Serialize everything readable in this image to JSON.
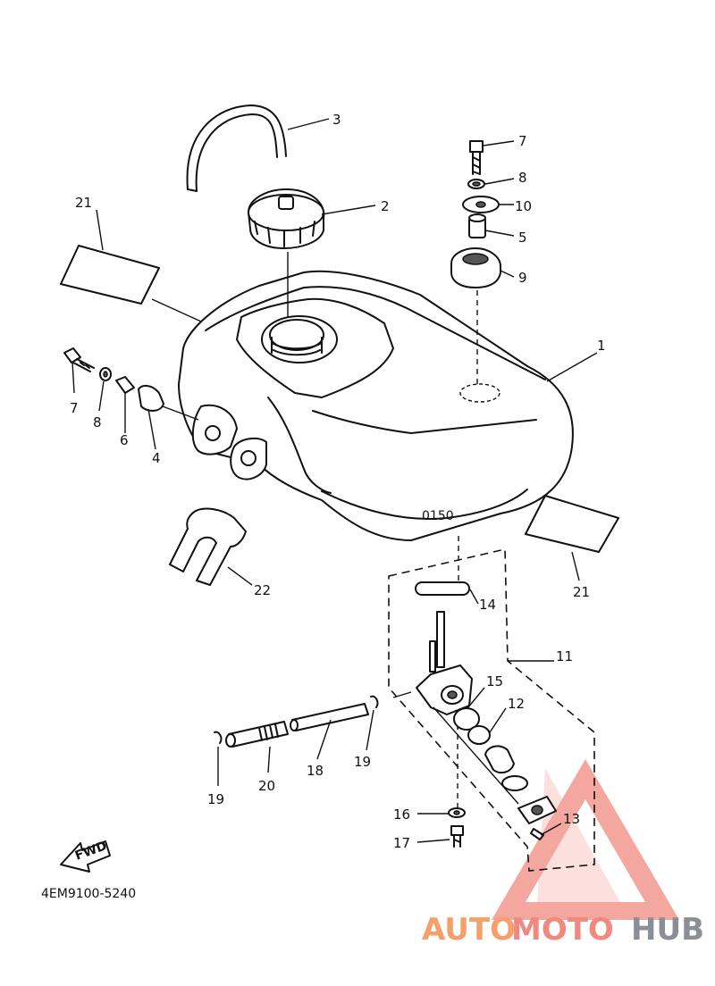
{
  "diagram": {
    "drawing_code": "4EM9100-5240",
    "fwd_label": "FWD",
    "callouts": [
      {
        "id": "c1",
        "label": "1"
      },
      {
        "id": "c2",
        "label": "2"
      },
      {
        "id": "c3",
        "label": "3"
      },
      {
        "id": "c4",
        "label": "4"
      },
      {
        "id": "c5",
        "label": "5"
      },
      {
        "id": "c6",
        "label": "6"
      },
      {
        "id": "c7a",
        "label": "7"
      },
      {
        "id": "c7b",
        "label": "7"
      },
      {
        "id": "c8a",
        "label": "8"
      },
      {
        "id": "c8b",
        "label": "8"
      },
      {
        "id": "c9",
        "label": "9"
      },
      {
        "id": "c10",
        "label": "10"
      },
      {
        "id": "c11",
        "label": "11"
      },
      {
        "id": "c12",
        "label": "12"
      },
      {
        "id": "c13",
        "label": "13"
      },
      {
        "id": "c14",
        "label": "14"
      },
      {
        "id": "c15",
        "label": "15"
      },
      {
        "id": "c16",
        "label": "16"
      },
      {
        "id": "c17",
        "label": "17"
      },
      {
        "id": "c18",
        "label": "18"
      },
      {
        "id": "c19a",
        "label": "19"
      },
      {
        "id": "c19b",
        "label": "19"
      },
      {
        "id": "c20",
        "label": "20"
      },
      {
        "id": "c21a",
        "label": "21"
      },
      {
        "id": "c21b",
        "label": "21"
      },
      {
        "id": "c22",
        "label": "22"
      }
    ]
  },
  "watermark": {
    "part1": "AUTO",
    "part2": "MOTO",
    "part3": "HUB",
    "colors": {
      "part1": "#f5a06a",
      "part2": "#f08a80",
      "part3": "#8a8f96",
      "triangle": "#f08a80"
    }
  }
}
